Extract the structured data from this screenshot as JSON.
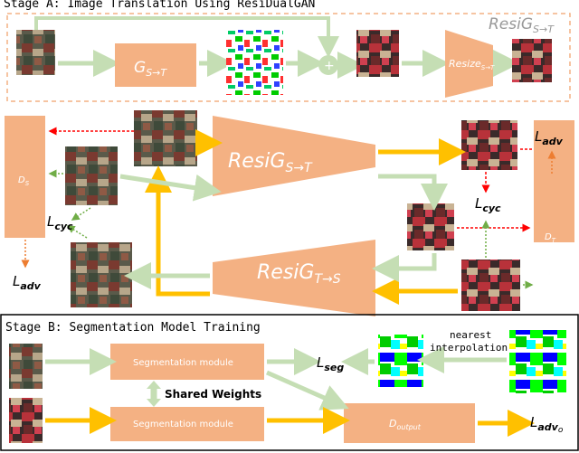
{
  "stage_a": {
    "title": "Stage A: Image Translation Using ResiDualGAN",
    "top_box_label": "ResiG",
    "top_box_sub": "S→T",
    "generator_label": "G",
    "generator_sub": "S→T",
    "plus": "+",
    "resize_label": "Resize",
    "resize_sub": "S→T",
    "ds_label": "D",
    "ds_sub": "S",
    "dt_label": "D",
    "dt_sub": "T",
    "resig_st_label": "ResiG",
    "resig_st_sub": "S→T",
    "resig_ts_label": "ResiG",
    "resig_ts_sub": "T→S",
    "l_adv_left": "L",
    "l_adv_left_sub": "adv",
    "l_adv_right": "L",
    "l_adv_right_sub": "adv",
    "l_cyc_left": "L",
    "l_cyc_left_sub": "cyc",
    "l_cyc_right": "L",
    "l_cyc_right_sub": "cyc"
  },
  "stage_b": {
    "title": "Stage B: Segmentation Model Training",
    "seg_module_1": "Segmentation module",
    "seg_module_2": "Segmentation module",
    "shared_weights": "Shared Weights",
    "l_seg": "L",
    "l_seg_sub": "seg",
    "nearest_interp_line1": "nearest",
    "nearest_interp_line2": "interpolation",
    "d_output": "D",
    "d_output_sub": "output",
    "l_adv_o": "L",
    "l_adv_o_sub": "adv",
    "l_adv_o_sub2": "o"
  },
  "colors": {
    "block": "#f4b183",
    "green_arrow": "#c5deb4",
    "yellow_arrow": "#ffc000",
    "red_dashed": "#ff0000",
    "green_dotted": "#70ad47",
    "orange_dotted": "#ed7d31",
    "dashed_border": "#f4b183"
  }
}
